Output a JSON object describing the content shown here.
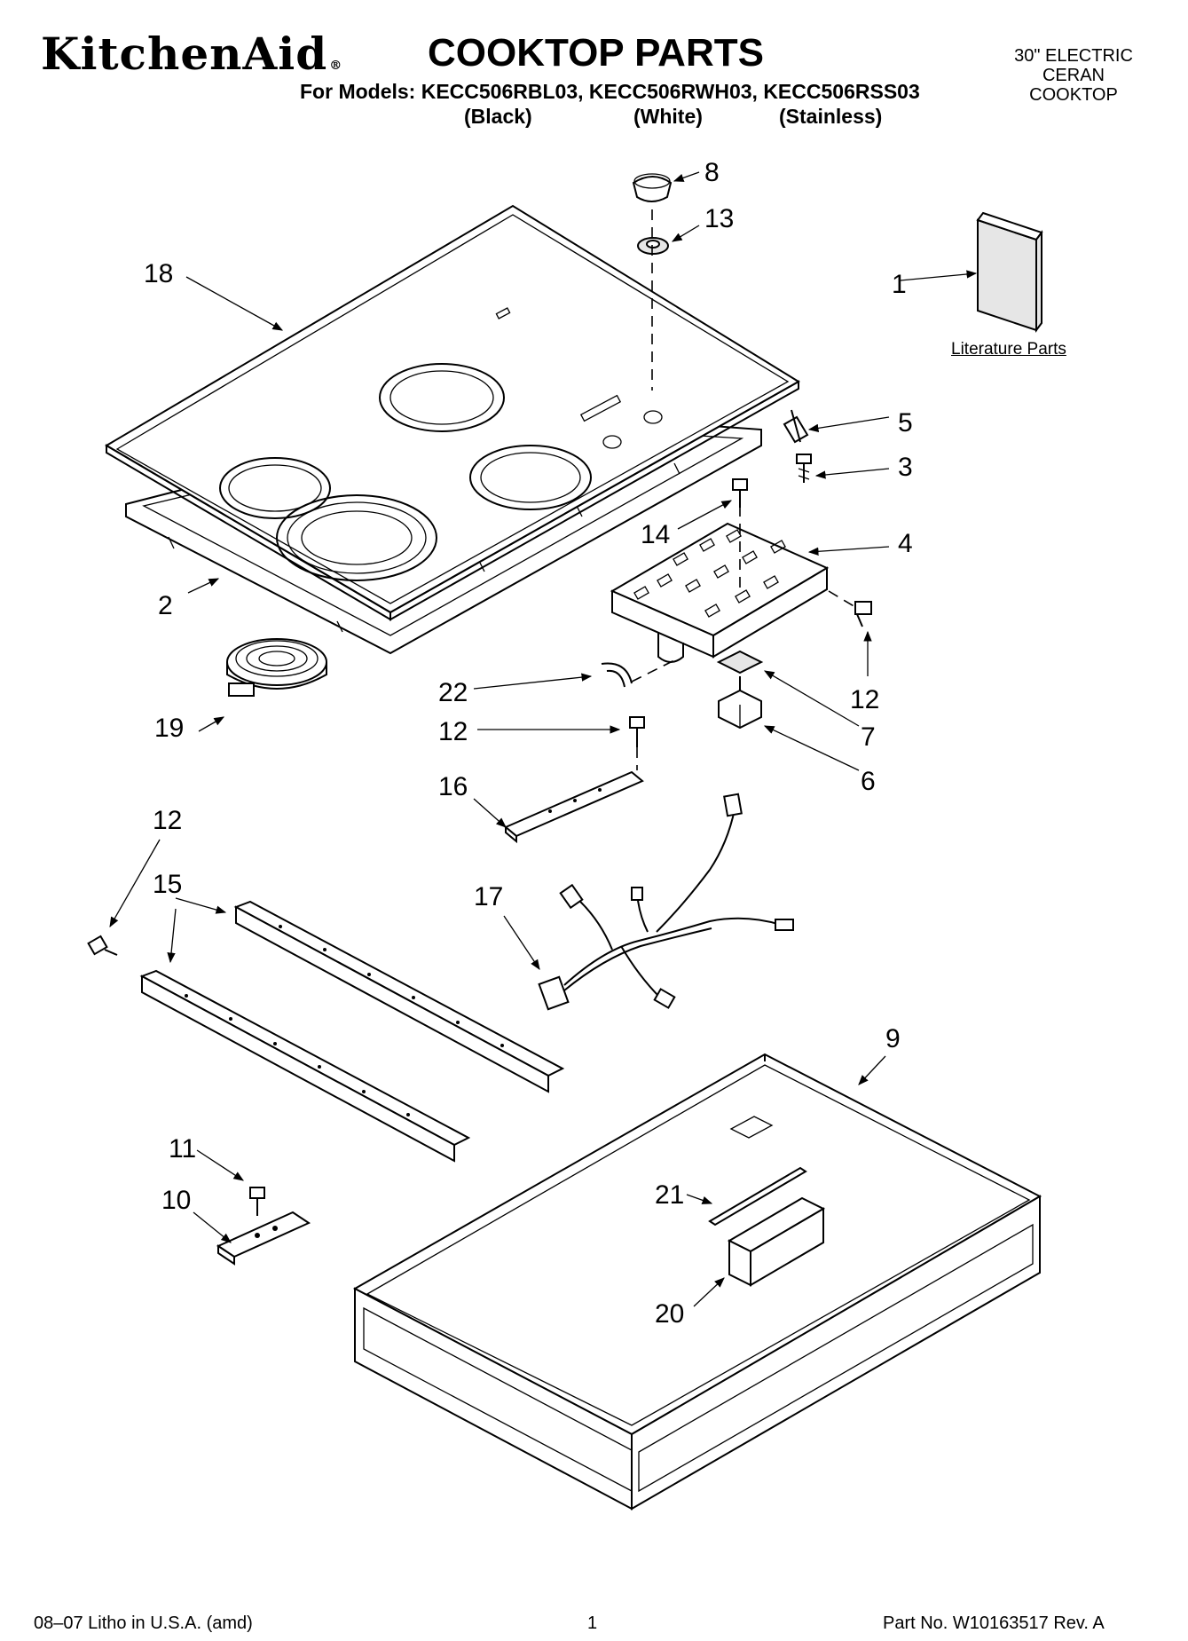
{
  "header": {
    "brand": "KitchenAid",
    "brand_mark": "®",
    "title": "COOKTOP PARTS",
    "models": "For Models: KECC506RBL03, KECC506RWH03, KECC506RSS03",
    "finishes": [
      "(Black)",
      "(White)",
      "(Stainless)"
    ],
    "product_type": [
      "30\" ELECTRIC",
      "CERAN",
      "COOKTOP"
    ]
  },
  "diagram": {
    "literature_label": "Literature Parts",
    "callouts": {
      "c1": "1",
      "c2": "2",
      "c3": "3",
      "c4": "4",
      "c5": "5",
      "c6": "6",
      "c7": "7",
      "c8": "8",
      "c9": "9",
      "c10": "10",
      "c11": "11",
      "c12a": "12",
      "c12b": "12",
      "c12c": "12",
      "c13": "13",
      "c14": "14",
      "c15": "15",
      "c16": "16",
      "c17": "17",
      "c18": "18",
      "c19": "19",
      "c20": "20",
      "c21": "21",
      "c22": "22"
    }
  },
  "footer": {
    "left": "08–07 Litho in U.S.A. (amd)",
    "page": "1",
    "right": "Part No. W10163517 Rev. A"
  }
}
